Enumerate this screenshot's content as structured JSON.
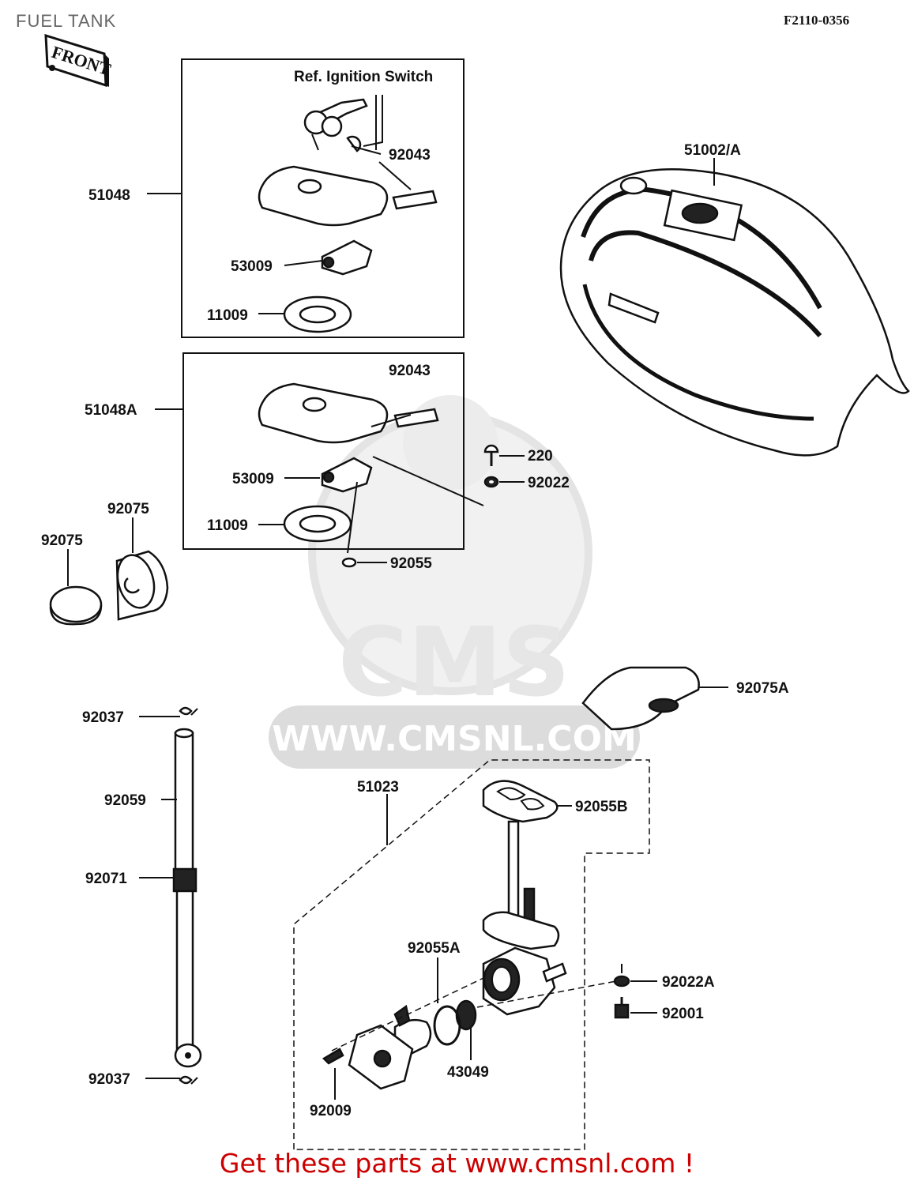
{
  "page": {
    "title": "FUEL TANK",
    "doc_code": "F2110-0356",
    "front_label": "FRONT",
    "ref_note": "Ref. Ignition Switch",
    "footer": "Get these parts at www.cmsnl.com !"
  },
  "watermark": {
    "brand": "CMS",
    "url": "WWW.CMSNL.COM"
  },
  "callouts": [
    {
      "id": "51002/A"
    },
    {
      "id": "51048"
    },
    {
      "id": "92043"
    },
    {
      "id": "53009"
    },
    {
      "id": "11009"
    },
    {
      "id": "51048A"
    },
    {
      "id": "92043"
    },
    {
      "id": "220"
    },
    {
      "id": "92022"
    },
    {
      "id": "53009"
    },
    {
      "id": "11009"
    },
    {
      "id": "92055"
    },
    {
      "id": "92075"
    },
    {
      "id": "92075"
    },
    {
      "id": "92075A"
    },
    {
      "id": "92037"
    },
    {
      "id": "92059"
    },
    {
      "id": "92071"
    },
    {
      "id": "92037"
    },
    {
      "id": "51023"
    },
    {
      "id": "92055B"
    },
    {
      "id": "92055A"
    },
    {
      "id": "92022A"
    },
    {
      "id": "92001"
    },
    {
      "id": "43049"
    },
    {
      "id": "92009"
    }
  ]
}
